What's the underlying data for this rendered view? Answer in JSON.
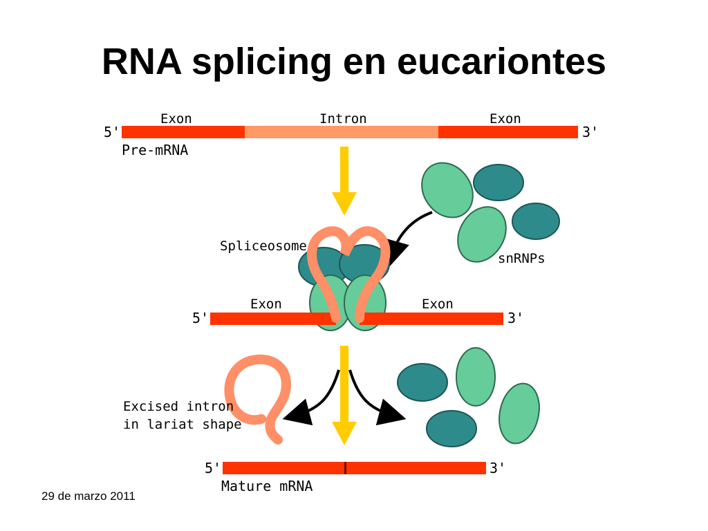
{
  "slide": {
    "title": "RNA splicing en eucariontes",
    "footer_date": "29 de marzo 2011"
  },
  "diagram": {
    "pre_mrna": {
      "label": "Pre-mRNA",
      "five_prime": "5'",
      "three_prime": "3'",
      "exon_left": "Exon",
      "intron": "Intron",
      "exon_right": "Exon"
    },
    "spliceosome_stage": {
      "spliceosome_label": "Spliceosome",
      "snrnps_label": "snRNPs",
      "five_prime": "5'",
      "three_prime": "3'",
      "exon_left": "Exon",
      "exon_right": "Exon"
    },
    "products": {
      "excised_intron_line1": "Excised intron",
      "excised_intron_line2": "in lariat shape",
      "mature_label": "Mature mRNA",
      "five_prime": "5'",
      "three_prime": "3'"
    },
    "colors": {
      "exon": "#ff3300",
      "intron": "#ff9966",
      "arrow_yellow": "#ffcc00",
      "snrnp_teal": "#2e8b8b",
      "snrnp_green": "#66cc99",
      "lariat": "#ff8f66"
    }
  }
}
